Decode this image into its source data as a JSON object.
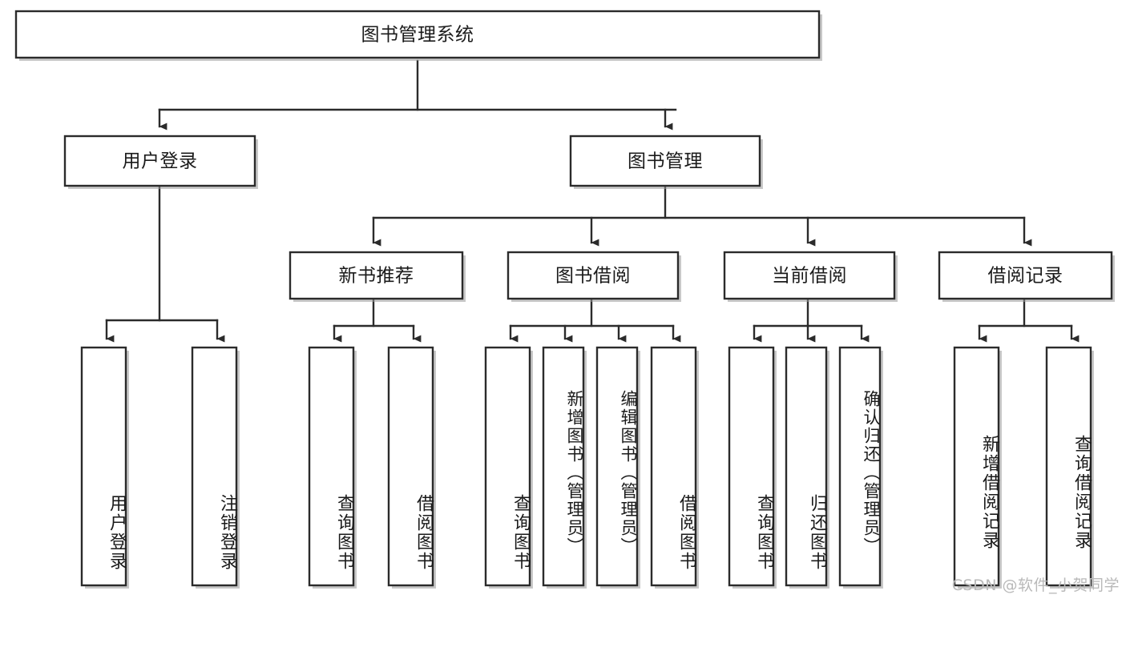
{
  "diagram": {
    "type": "tree-hierarchy",
    "title": "图书管理系统",
    "watermark": "CSDN @软件_小贺同学",
    "colors": {
      "background": "#ffffff",
      "stroke": "#2b2b2b",
      "text": "#1a1a1a",
      "shadow": "#9a9a9a",
      "watermark": "#b9b9b9"
    },
    "levels": {
      "root": {
        "label": "图书管理系统"
      },
      "level2": [
        {
          "label": "用户登录"
        },
        {
          "label": "图书管理"
        }
      ],
      "level3": [
        {
          "label": "新书推荐"
        },
        {
          "label": "图书借阅"
        },
        {
          "label": "当前借阅"
        },
        {
          "label": "借阅记录"
        }
      ],
      "leaves": [
        {
          "label": "用户登录",
          "parent": "用户登录"
        },
        {
          "label": "注销登录",
          "parent": "用户登录"
        },
        {
          "label": "查询图书",
          "parent": "新书推荐"
        },
        {
          "label": "借阅图书",
          "parent": "新书推荐"
        },
        {
          "label": "查询图书",
          "parent": "图书借阅"
        },
        {
          "label": "新增图书（管理员）",
          "parent": "图书借阅"
        },
        {
          "label": "编辑图书（管理员）",
          "parent": "图书借阅"
        },
        {
          "label": "借阅图书",
          "parent": "图书借阅"
        },
        {
          "label": "查询图书",
          "parent": "当前借阅"
        },
        {
          "label": "归还图书",
          "parent": "当前借阅"
        },
        {
          "label": "确认归还（管理员）",
          "parent": "当前借阅"
        },
        {
          "label": "新增借阅记录",
          "parent": "借阅记录"
        },
        {
          "label": "查询借阅记录",
          "parent": "借阅记录"
        }
      ]
    }
  }
}
